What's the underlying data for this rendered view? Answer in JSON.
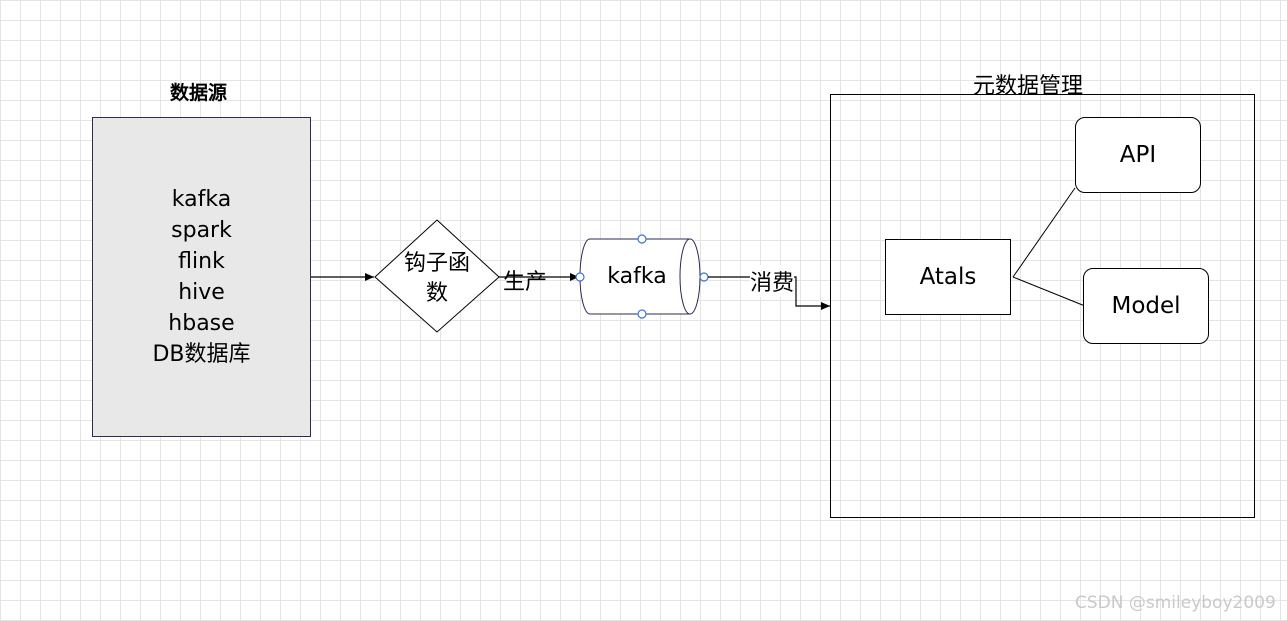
{
  "source": {
    "title": "数据源",
    "items": [
      "kafka",
      "spark",
      "flink",
      "hive",
      "hbase",
      "DB数据库"
    ]
  },
  "hook": {
    "line1": "钩子函",
    "line2": "数"
  },
  "produce_label": "生产",
  "queue_label": "kafka",
  "consume_label": "消费",
  "metadata": {
    "title": "元数据管理",
    "core_label": "Atals",
    "api_label": "API",
    "model_label": "Model"
  },
  "watermark": "CSDN @smileyboy2009",
  "colors": {
    "source_fill": "#e8e8e8",
    "source_border": "#2b2b55",
    "handle_stroke": "#3a74d8",
    "queue_stroke": "#2b2b55",
    "line": "#000000",
    "grid": "#e4e4e4"
  }
}
